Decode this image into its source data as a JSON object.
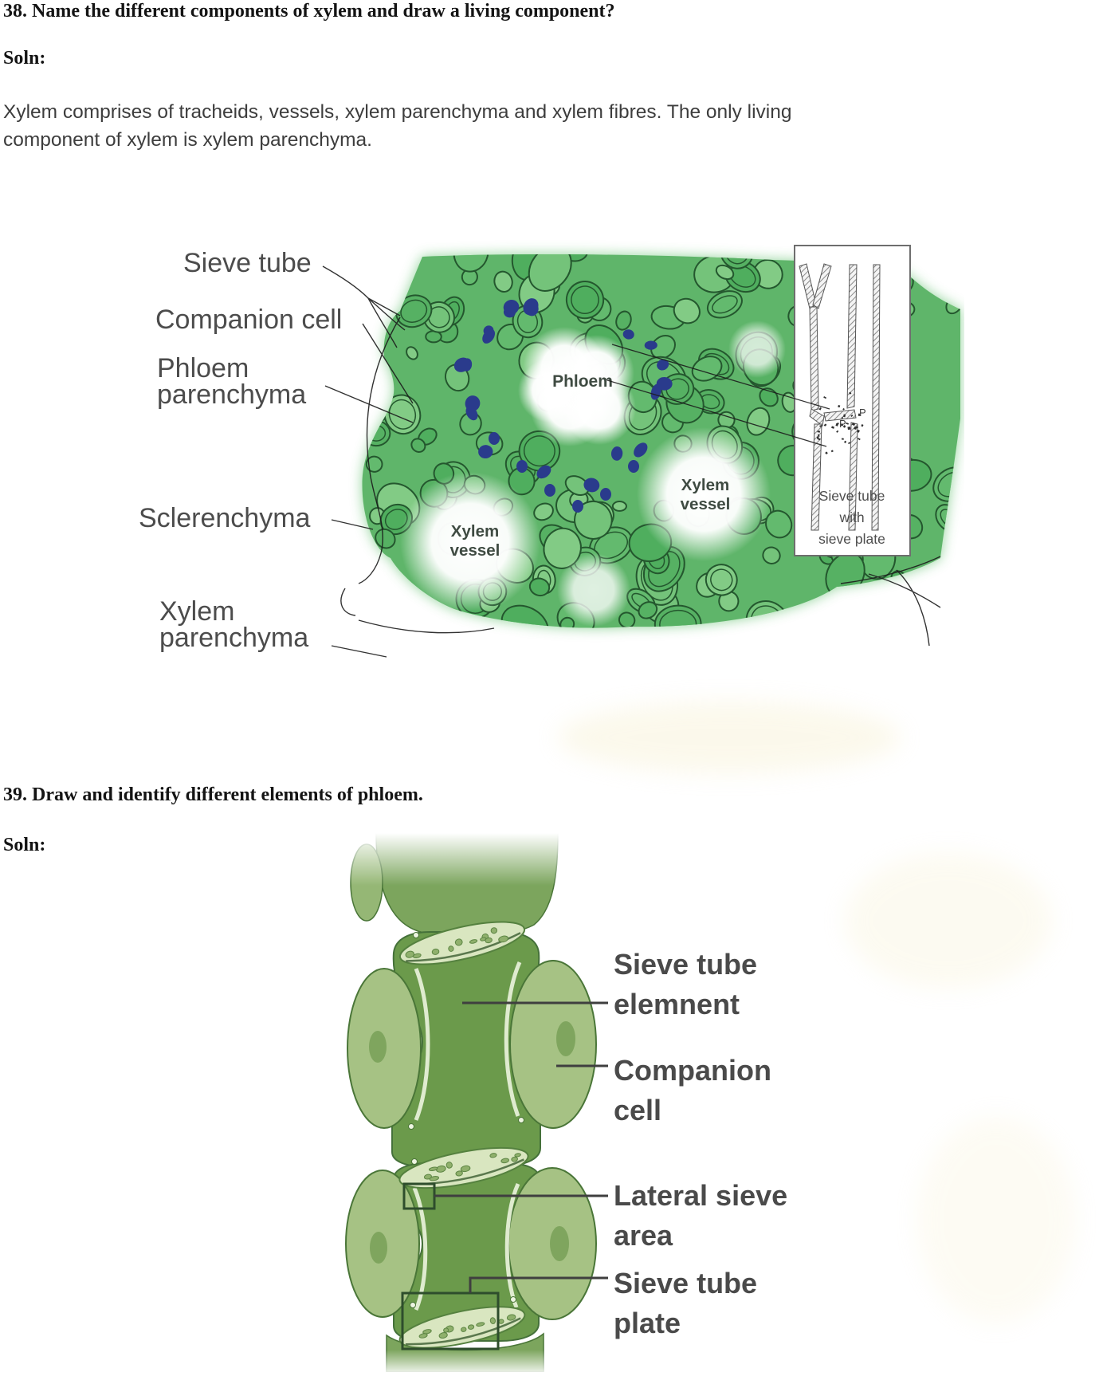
{
  "document": {
    "q38_heading": "38. Name the different components of xylem and draw a living component?",
    "q38_soln_label": "Soln:",
    "q38_answer_line1": "Xylem comprises of tracheids, vessels, xylem parenchyma and xylem fibres. The only living",
    "q38_answer_line2": "component of xylem is xylem parenchyma.",
    "q39_heading": "39. Draw and identify different elements of phloem.",
    "q39_soln_label": "Soln:"
  },
  "figure1": {
    "labels": {
      "sieve_tube": "Sieve tube",
      "companion_cell": "Companion cell",
      "phloem_parenchyma_line1": "Phloem",
      "phloem_parenchyma_line2": "parenchyma",
      "sclerenchyma": "Sclerenchyma",
      "xylem_parenchyma_line1": "Xylem",
      "xylem_parenchyma_line2": "parenchyma"
    },
    "annotations": {
      "phloem": "Phloem",
      "xylem_vessel_line1": "Xylem",
      "xylem_vessel_line2": "vessel"
    },
    "inset": {
      "caption_line1": "Sieve tube",
      "caption_line2": "with",
      "caption_line3": "sieve plate",
      "particle_label": "P"
    }
  },
  "figure2": {
    "labels": {
      "sieve_tube_element_line1": "Sieve tube",
      "sieve_tube_element_line2": "elemnent",
      "companion_cell_line1": "Companion",
      "companion_cell_line2": "cell",
      "lateral_sieve_area_line1": "Lateral sieve",
      "lateral_sieve_area_line2": "area",
      "sieve_tube_plate_line1": "Sieve tube",
      "sieve_tube_plate_line2": "plate"
    }
  },
  "colors": {
    "tissue_green": "#5fb56a",
    "tissue_halo_green": "#86cf90",
    "tissue_outline": "#24572e",
    "companion_dot_blue": "#2a3b8c",
    "fig2_sieve_tube_green": "#6b9a4b",
    "fig2_companion_green": "#a6c284",
    "fig2_outline_green": "#4a7638",
    "label_gray": "#4c4c4c"
  }
}
